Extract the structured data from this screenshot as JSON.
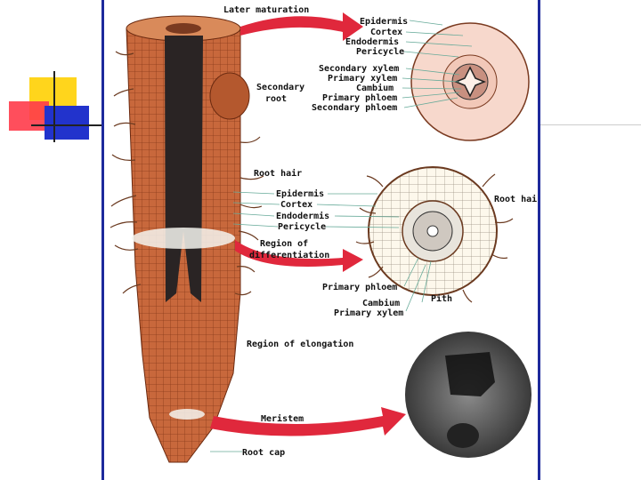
{
  "diagram": {
    "top_labels": {
      "later_maturation": "Later maturation",
      "epidermis": "Epidermis",
      "cortex": "Cortex",
      "endodermis": "Endodermis",
      "pericycle": "Pericycle",
      "secondary_xylem": "Secondary xylem",
      "primary_xylem": "Primary xylem",
      "cambium": "Cambium",
      "primary_phloem": "Primary phloem",
      "secondary_phloem": "Secondary phloem"
    },
    "secondary_root": {
      "line1": "Secondary",
      "line2": "root"
    },
    "middle_labels": {
      "root_hair": "Root hair",
      "epidermis": "Epidermis",
      "cortex": "Cortex",
      "endodermis": "Endodermis",
      "pericycle": "Pericycle",
      "region_diff_line1": "Region of",
      "region_diff_line2": "differentiation",
      "root_hair_right": "Root hai",
      "primary_phloem": "Primary phloem",
      "pith": "Pith",
      "cambium": "Cambium",
      "primary_xylem": "Primary xylem"
    },
    "bottom_labels": {
      "region_elongation": "Region of elongation",
      "meristem": "Meristem",
      "root_cap": "Root cap"
    }
  }
}
